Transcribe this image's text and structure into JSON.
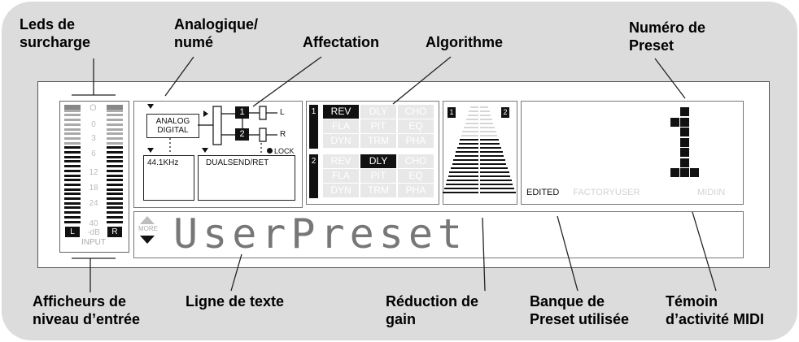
{
  "callouts": {
    "overload_leds": "Leds de\nsurcharge",
    "analog_digital": "Analogique/\nnumé",
    "routing": "Affectation",
    "algorithm": "Algorithme",
    "preset_number": "Numéro de\nPreset",
    "input_meters": "Afficheurs de\nniveau d’entrée",
    "text_line": "Ligne de texte",
    "gain_reduction": "Réduction de\ngain",
    "preset_bank": "Banque de\nPreset utilisée",
    "midi_activity": "Témoin\nd’activité MIDI"
  },
  "meter": {
    "scale": [
      "0",
      "3",
      "6",
      "12",
      "18",
      "24",
      "40",
      "-dB"
    ],
    "left": "L",
    "right": "R",
    "label": "INPUT",
    "overload": "O"
  },
  "source": {
    "analog": "ANALOG",
    "digital": "DIGITAL",
    "rate": "44.1KHz",
    "routing_mode": "DUALSEND/RET",
    "lock": "LOCK",
    "out_left": "L",
    "out_right": "R",
    "block1": "1",
    "block2": "2"
  },
  "algorithms": {
    "bank1_label": "1",
    "bank2_label": "2",
    "grid": [
      "REV",
      "DLY",
      "CHO",
      "FLA",
      "PIT",
      "EQ",
      "DYN",
      "TRM",
      "PHA"
    ],
    "bank1_active": "REV",
    "bank2_active": "DLY"
  },
  "gain_reduction": {
    "ch1": "1",
    "ch2": "2"
  },
  "preset": {
    "number": "1",
    "banks": [
      "EDITED",
      "FACTORY",
      "USER"
    ],
    "active_bank": "EDITED",
    "midi": "MIDIIN",
    "name": "UserPreset",
    "more": "MORE"
  }
}
